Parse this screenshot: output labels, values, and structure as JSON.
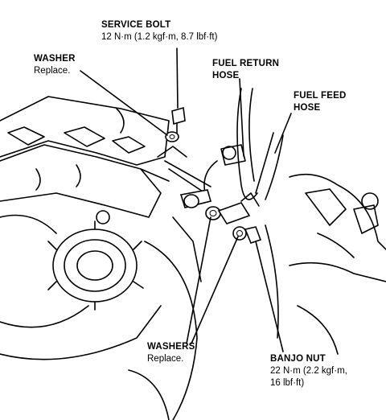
{
  "labels": {
    "service_bolt": {
      "title": "SERVICE BOLT",
      "spec": "12 N·m (1.2 kgf·m, 8.7 lbf·ft)"
    },
    "washer_top": {
      "title": "WASHER",
      "note": "Replace."
    },
    "fuel_return_hose": {
      "line1": "FUEL RETURN",
      "line2": "HOSE"
    },
    "fuel_feed_hose": {
      "line1": "FUEL FEED",
      "line2": "HOSE"
    },
    "washers": {
      "title": "WASHERS",
      "note": "Replace."
    },
    "banjo_nut": {
      "title": "BANJO NUT",
      "spec1": "22 N·m (2.2 kgf·m,",
      "spec2": "16 lbf·ft)"
    }
  }
}
